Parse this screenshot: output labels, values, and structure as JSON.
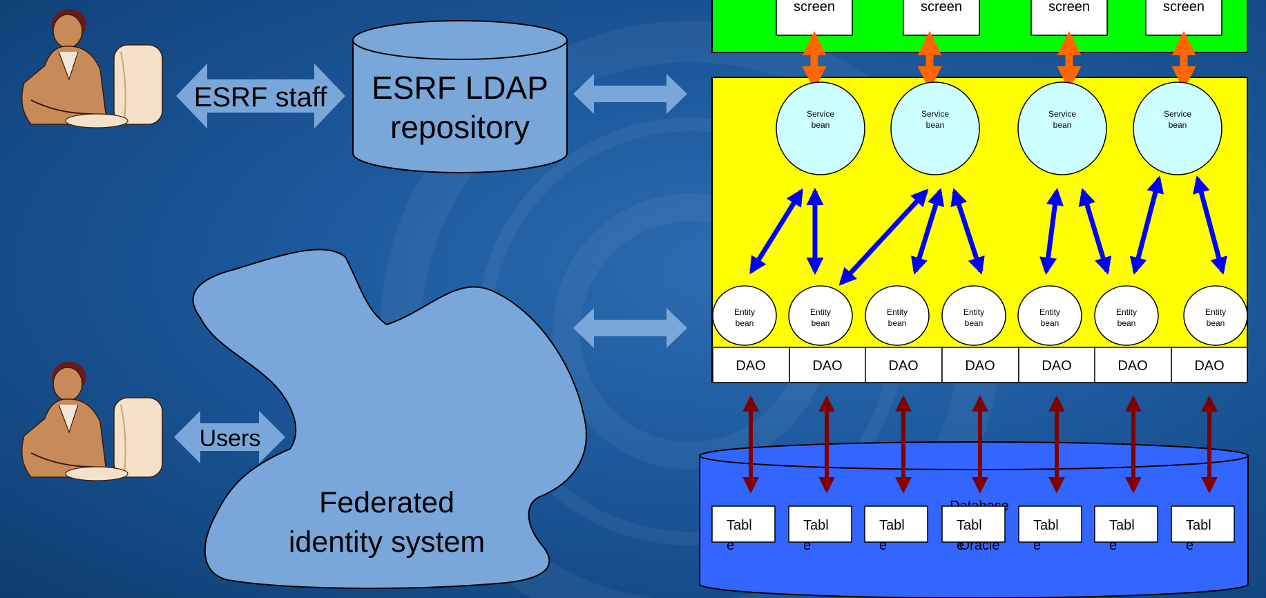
{
  "colors": {
    "background": "#1d5a9e",
    "client_layer": "#00ff00",
    "service_layer": "#ffff00",
    "service_bean": "#ccffff",
    "entity_bean": "#ffffff",
    "database": "#3366ff",
    "light_arrow": "#7aa7d9",
    "shape_fill": "#7aa7d9",
    "orange_arrow": "#ff6600",
    "blue_arrow": "#0000ff",
    "darkred_arrow": "#800000"
  },
  "left": {
    "staff_label": "ESRF staff",
    "ldap_label_line1": "ESRF LDAP",
    "ldap_label_line2": "repository",
    "users_label": "Users",
    "federated_line1": "Federated",
    "federated_line2": "identity system",
    "icons": [
      "person-at-computer-icon",
      "person-at-computer-icon"
    ]
  },
  "architecture": {
    "screens": [
      "screen",
      "screen",
      "screen",
      "screen"
    ],
    "service_beans": [
      {
        "line1": "Service",
        "line2": "bean"
      },
      {
        "line1": "Service",
        "line2": "bean"
      },
      {
        "line1": "Service",
        "line2": "bean"
      },
      {
        "line1": "Service",
        "line2": "bean"
      }
    ],
    "entity_beans": [
      {
        "line1": "Entity",
        "line2": "bean"
      },
      {
        "line1": "Entity",
        "line2": "bean"
      },
      {
        "line1": "Entity",
        "line2": "bean"
      },
      {
        "line1": "Entity",
        "line2": "bean"
      },
      {
        "line1": "Entity",
        "line2": "bean"
      },
      {
        "line1": "Entity",
        "line2": "bean"
      },
      {
        "line1": "Entity",
        "line2": "bean"
      }
    ],
    "daos": [
      "DAO",
      "DAO",
      "DAO",
      "DAO",
      "DAO",
      "DAO",
      "DAO"
    ],
    "database_line1": "Database",
    "database_line2": "Oracle",
    "tables": [
      {
        "line1": "Tabl",
        "line2": "e"
      },
      {
        "line1": "Tabl",
        "line2": "e"
      },
      {
        "line1": "Tabl",
        "line2": "e"
      },
      {
        "line1": "Tabl",
        "line2": "e"
      },
      {
        "line1": "Tabl",
        "line2": "e"
      },
      {
        "line1": "Tabl",
        "line2": "e"
      },
      {
        "line1": "Tabl",
        "line2": "e"
      }
    ]
  }
}
